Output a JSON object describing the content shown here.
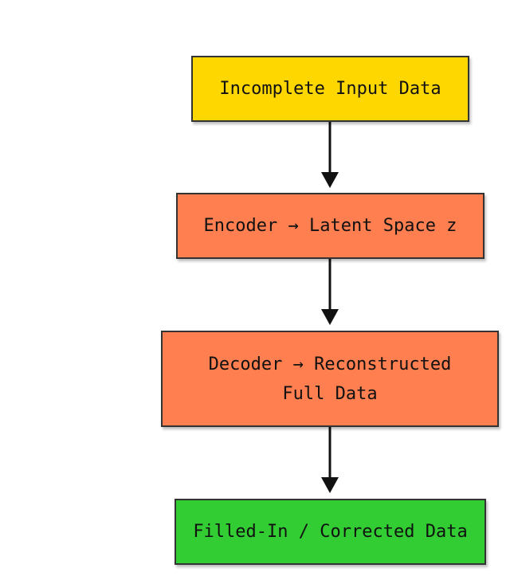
{
  "diagram": {
    "nodes": [
      {
        "id": "input",
        "label": "Incomplete Input Data",
        "color": "#FFD700"
      },
      {
        "id": "encoder",
        "label": "Encoder → Latent Space z",
        "color": "#FF7F50"
      },
      {
        "id": "decoder",
        "label_line1": "Decoder → Reconstructed",
        "label_line2": "Full Data",
        "color": "#FF7F50"
      },
      {
        "id": "output",
        "label": "Filled-In / Corrected Data",
        "color": "#32CD32"
      }
    ],
    "edges": [
      {
        "from": "input",
        "to": "encoder"
      },
      {
        "from": "encoder",
        "to": "decoder"
      },
      {
        "from": "decoder",
        "to": "output"
      }
    ]
  }
}
